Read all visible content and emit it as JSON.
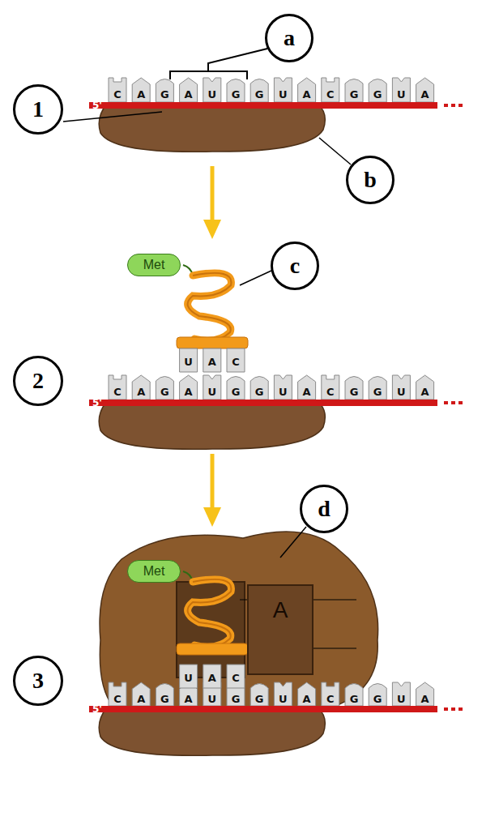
{
  "diagram": {
    "nodes": [
      {
        "text": [
          "a"
        ]
      },
      {
        "text": [
          "1"
        ]
      },
      {
        "text": [
          "b"
        ]
      },
      {
        "text": [
          "Met"
        ]
      },
      {
        "text": [
          "c"
        ]
      },
      {
        "text": [
          "2"
        ]
      },
      {
        "text": [
          "d"
        ]
      },
      {
        "text": [
          "Met"
        ]
      },
      {
        "text": [
          "A"
        ]
      },
      {
        "text": [
          "3"
        ]
      }
    ],
    "labels": [
      "5'",
      "C",
      "A",
      "G",
      "A",
      "U",
      "G",
      "G",
      "U",
      "A",
      "C",
      "G",
      "G",
      "U",
      "A",
      "U",
      "A",
      "C",
      "5'",
      "C",
      "A",
      "G",
      "A",
      "U",
      "G",
      "G",
      "U",
      "A",
      "C",
      "G",
      "G",
      "U",
      "A",
      "U",
      "A",
      "C",
      "5'",
      "C",
      "A",
      "G",
      "A",
      "U",
      "G",
      "G",
      "U",
      "A",
      "C",
      "G",
      "G",
      "U",
      "A"
    ]
  }
}
